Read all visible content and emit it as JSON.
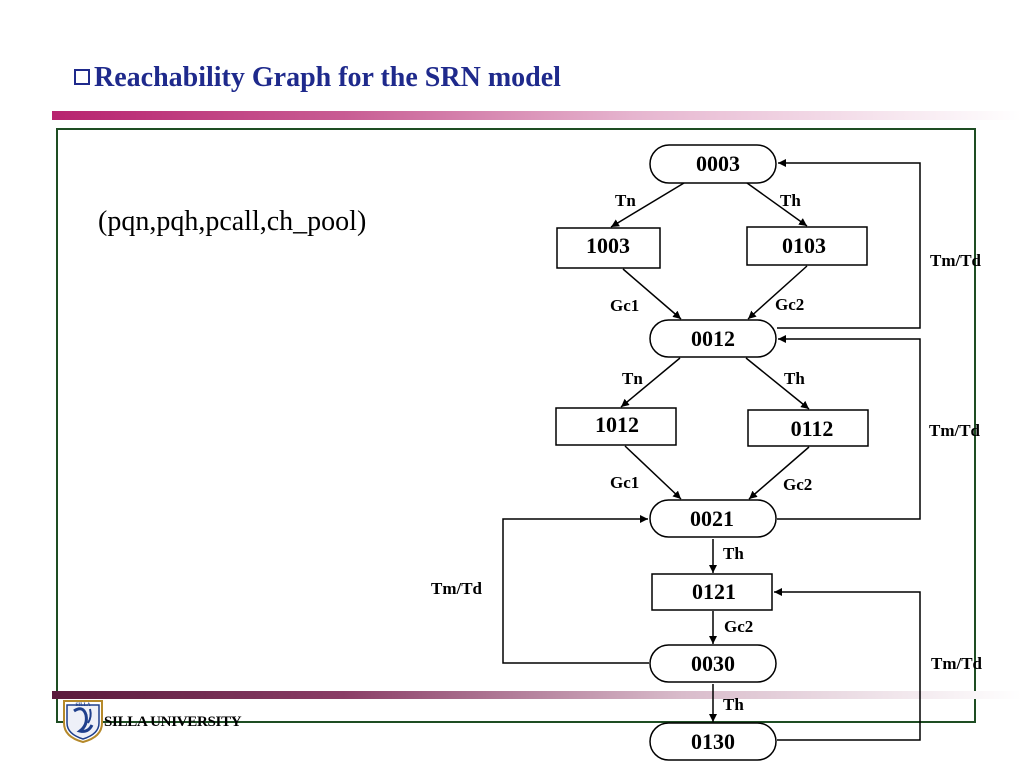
{
  "slide": {
    "title": "Reachability Graph for the SRN model",
    "tuple_label": "(pqn,pqh,pcall,ch_pool)",
    "university": "SILLA UNIVERSITY",
    "logo_text": "SILLA",
    "colors": {
      "title": "#1f2a8c",
      "frame": "#1e4d23",
      "accent": "#b8236f"
    }
  },
  "graph": {
    "states": [
      "0003",
      "1003",
      "0103",
      "0012",
      "1012",
      "0112",
      "0021",
      "0121",
      "0030",
      "0130"
    ],
    "edge_labels": {
      "tn1": "Tn",
      "th1": "Th",
      "gc1a": "Gc1",
      "gc2a": "Gc2",
      "tn2": "Tn",
      "th2": "Th",
      "gc1b": "Gc1",
      "gc2b": "Gc2",
      "th3": "Th",
      "gc2c": "Gc2",
      "th4": "Th",
      "tmtd1": "Tm/Td",
      "tmtd2": "Tm/Td",
      "tmtd3": "Tm/Td",
      "tmtd4": "Tm/Td"
    }
  }
}
